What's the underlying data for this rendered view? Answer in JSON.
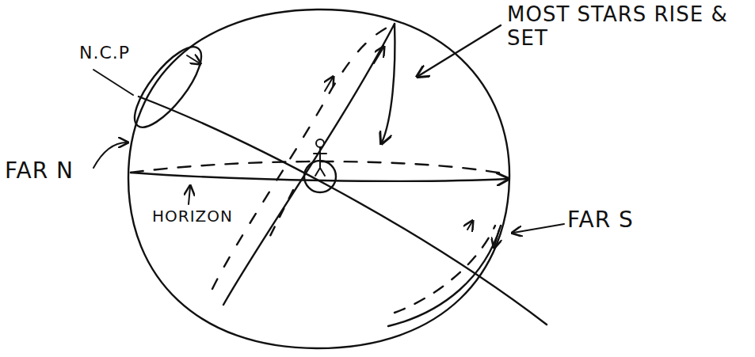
{
  "diagram": {
    "labels": [
      "N.C.P",
      "MOST STARS RISE & SET",
      "FAR N",
      "HORIZON",
      "FAR S"
    ]
  }
}
